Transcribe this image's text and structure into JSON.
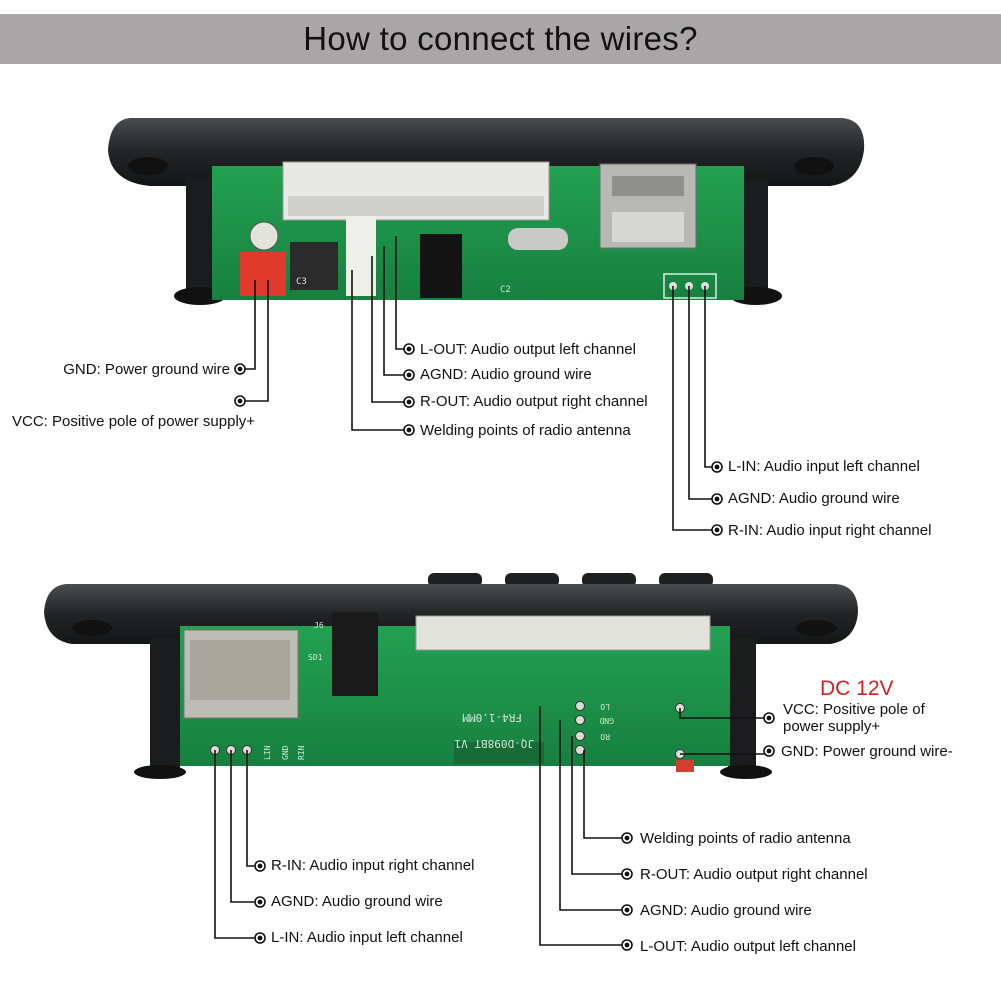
{
  "title": "How to connect the wires?",
  "top_board": {
    "labels": {
      "gnd": "GND: Power ground wire",
      "vcc": "VCC: Positive pole of power supply+",
      "l_out": "L-OUT: Audio output left channel",
      "agnd_out": "AGND: Audio ground wire",
      "r_out": "R-OUT: Audio output right channel",
      "antenna": "Welding points of radio antenna",
      "l_in": "L-IN: Audio input left channel",
      "agnd_in": "AGND: Audio ground wire",
      "r_in": "R-IN: Audio input right channel"
    },
    "silkscreen": [
      "C3",
      "C2"
    ]
  },
  "bottom_board": {
    "voltage": "DC 12V",
    "labels": {
      "vcc_line1": "VCC: Positive pole of",
      "vcc_line2": "power supply+",
      "gnd": "GND: Power ground wire-",
      "antenna": "Welding points of radio antenna",
      "r_out": "R-OUT: Audio output right channel",
      "agnd_out": "AGND: Audio ground wire",
      "l_out": "L-OUT: Audio output left channel",
      "r_in": "R-IN: Audio input right channel",
      "agnd_in": "AGND: Audio ground wire",
      "l_in": "L-IN: Audio input left channel"
    },
    "silkscreen": [
      "FR4-1.0MM",
      "JQ-D098BT V1",
      "LIN",
      "GND",
      "RIN",
      "LO",
      "GND",
      "RO",
      "SD1",
      "J6"
    ]
  },
  "colors": {
    "banner": "#a8a6a6",
    "pcb": "#1f8f45",
    "bezel": "#2a2c2e",
    "dc_label": "#d42020"
  }
}
